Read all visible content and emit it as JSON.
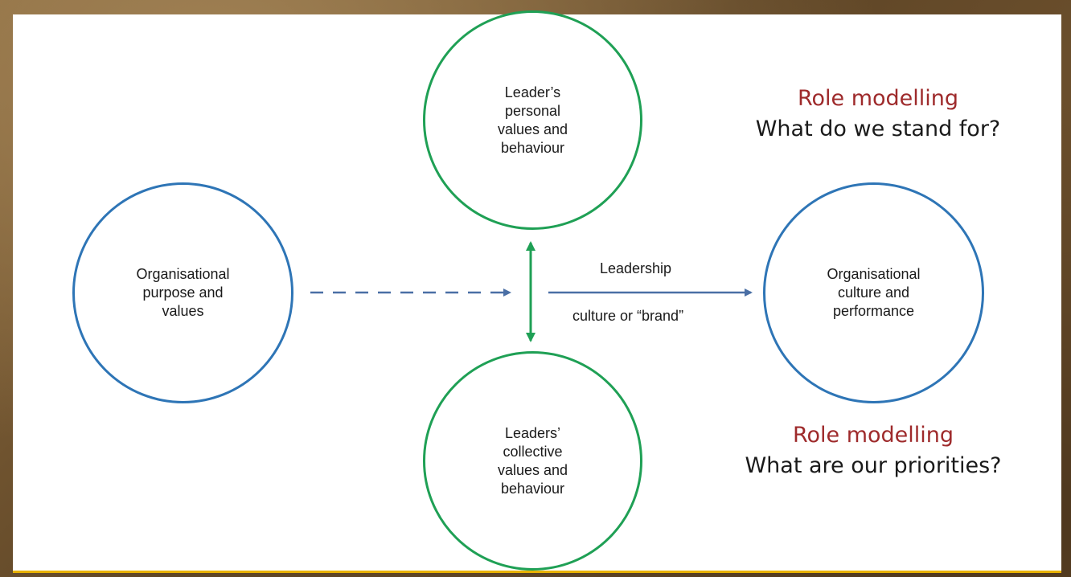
{
  "nodes": {
    "purpose": "Organisational\npurpose and\nvalues",
    "personal": "Leader’s\npersonal\nvalues and\nbehaviour",
    "collective": "Leaders’\ncollective\nvalues and\nbehaviour",
    "outcome": "Organisational\nculture and\nperformance"
  },
  "edges": {
    "leadership_label": "Leadership",
    "brand_label": "culture or “brand”"
  },
  "callouts": {
    "top": {
      "title": "Role modelling",
      "question": "What do we stand for?"
    },
    "bottom": {
      "title": "Role modelling",
      "question": "What are our priorities?"
    }
  },
  "colors": {
    "blue_circle": "#2e75b6",
    "green_circle": "#1fa055",
    "arrow_blue": "#4a6fa5",
    "callout_title": "#9e2a2b",
    "bottom_border": "#e9b200"
  }
}
